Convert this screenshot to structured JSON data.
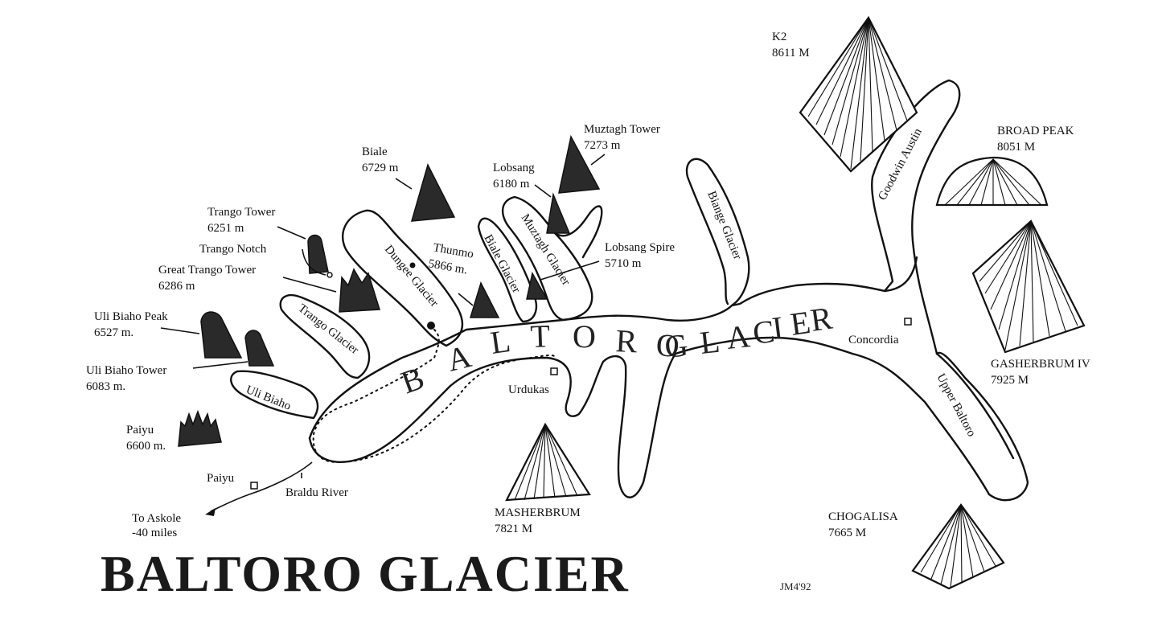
{
  "map": {
    "title": "BALTORO GLACIER",
    "signature": "JM4'92",
    "main_glacier": [
      "B",
      "A",
      "L",
      "T",
      "O",
      "R",
      "O",
      "G",
      "L",
      "A",
      "C",
      "I",
      "E",
      "R"
    ],
    "peaks": {
      "k2": {
        "name": "K2",
        "elev": "8611 M"
      },
      "broad_peak": {
        "name": "BROAD PEAK",
        "elev": "8051 M"
      },
      "gasherbrum_iv": {
        "name": "GASHERBRUM IV",
        "elev": "7925 M"
      },
      "chogalisa": {
        "name": "CHOGALISA",
        "elev": "7665 M"
      },
      "masherbrum": {
        "name": "MASHERBRUM",
        "elev": "7821 M"
      },
      "muztagh_tower": {
        "name": "Muztagh Tower",
        "elev": "7273 m"
      },
      "biale": {
        "name": "Biale",
        "elev": "6729 m"
      },
      "lobsang": {
        "name": "Lobsang",
        "elev": "6180 m"
      },
      "lobsang_spire": {
        "name": "Lobsang Spire",
        "elev": "5710 m"
      },
      "thunmo": {
        "name": "Thunmo",
        "elev": "5866 m."
      },
      "trango_tower": {
        "name": "Trango Tower",
        "elev": "6251 m"
      },
      "trango_notch": {
        "name": "Trango Notch"
      },
      "great_trango_tower": {
        "name": "Great Trango Tower",
        "elev": "6286 m"
      },
      "uli_biaho_peak": {
        "name": "Uli Biaho Peak",
        "elev": "6527 m."
      },
      "uli_biaho_tower": {
        "name": "Uli Biaho Tower",
        "elev": "6083 m."
      },
      "paiyu_peak": {
        "name": "Paiyu",
        "elev": "6600 m."
      }
    },
    "glaciers": {
      "goodwin_austin": "Goodwin Austin",
      "upper_baltoro": "Upper Baltoro",
      "biange": "Biange Glacier",
      "muztagh": "Muztagh Glacier",
      "biale": "Biale Glacier",
      "dungee": "Dungee Glacier",
      "trango": "Trango Glacier",
      "uli_biaho": "Uli Biaho"
    },
    "places": {
      "concordia": "Concordia",
      "urdukas": "Urdukas",
      "paiyu_camp": "Paiyu",
      "braldu_river": "Braldu River",
      "to_askole": "To Askole",
      "askole_distance": "-40 miles"
    }
  }
}
